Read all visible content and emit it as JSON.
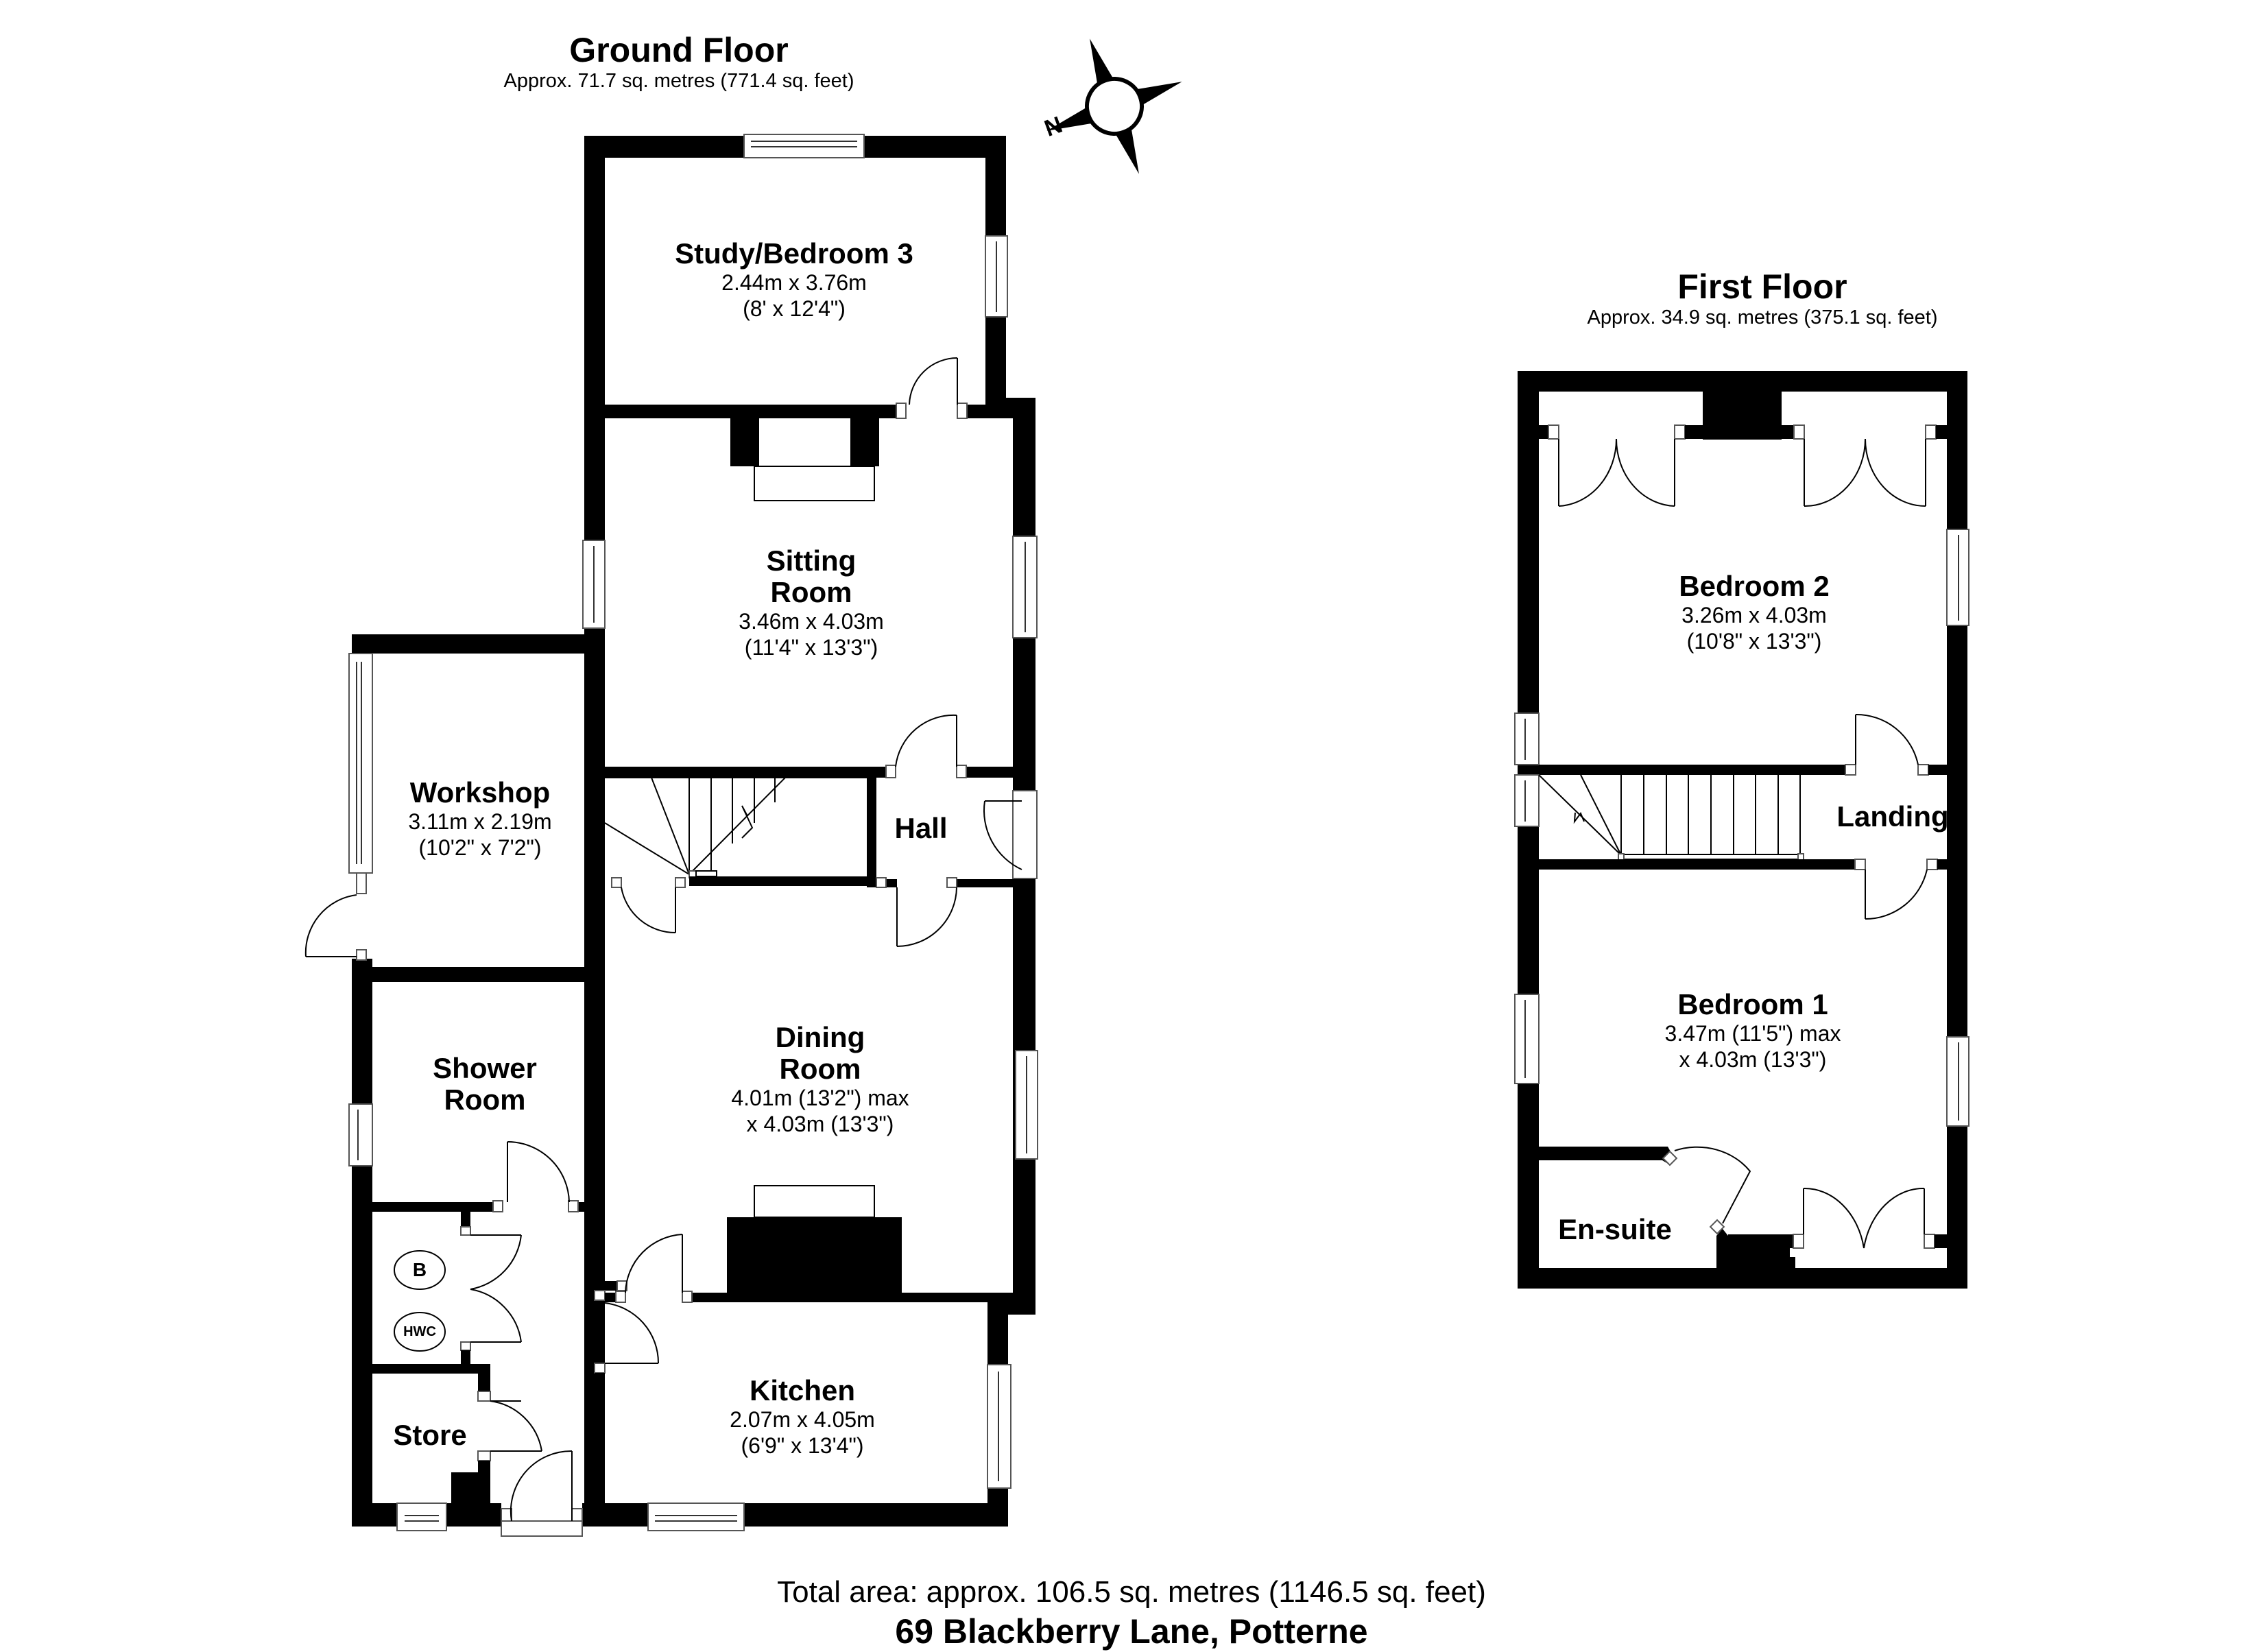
{
  "ground_floor": {
    "title": "Ground Floor",
    "area": "Approx. 71.7 sq. metres (771.4 sq. feet)",
    "rooms": {
      "study": {
        "name": "Study/Bedroom 3",
        "dim_m": "2.44m x 3.76m",
        "dim_ft": "(8' x 12'4\")"
      },
      "sitting": {
        "name_line1": "Sitting",
        "name_line2": "Room",
        "dim_m": "3.46m x 4.03m",
        "dim_ft": "(11'4\" x 13'3\")"
      },
      "workshop": {
        "name": "Workshop",
        "dim_m": "3.11m x 2.19m",
        "dim_ft": "(10'2\" x 7'2\")"
      },
      "hall": {
        "name": "Hall"
      },
      "shower": {
        "name_line1": "Shower",
        "name_line2": "Room"
      },
      "dining": {
        "name_line1": "Dining",
        "name_line2": "Room",
        "dim_line1": "4.01m (13'2\") max",
        "dim_line2": "x 4.03m (13'3\")"
      },
      "kitchen": {
        "name": "Kitchen",
        "dim_m": "2.07m x 4.05m",
        "dim_ft": "(6'9\" x 13'4\")"
      },
      "store": {
        "name": "Store"
      }
    },
    "fixtures": {
      "boiler": "B",
      "hot_water_cylinder": "HWC"
    }
  },
  "first_floor": {
    "title": "First Floor",
    "area": "Approx. 34.9 sq. metres (375.1 sq. feet)",
    "rooms": {
      "bedroom2": {
        "name": "Bedroom 2",
        "dim_m": "3.26m x 4.03m",
        "dim_ft": "(10'8\" x 13'3\")"
      },
      "landing": {
        "name": "Landing"
      },
      "bedroom1": {
        "name": "Bedroom 1",
        "dim_line1": "3.47m (11'5\") max",
        "dim_line2": "x 4.03m (13'3\")"
      },
      "ensuite": {
        "name": "En-suite"
      }
    }
  },
  "compass": {
    "label": "N",
    "icon": "compass-rose-icon"
  },
  "footer": {
    "total_area": "Total area: approx. 106.5 sq. metres (1146.5 sq. feet)",
    "address": "69 Blackberry Lane, Potterne"
  },
  "colors": {
    "wall": "#000000",
    "background": "#ffffff",
    "line": "#555555"
  }
}
